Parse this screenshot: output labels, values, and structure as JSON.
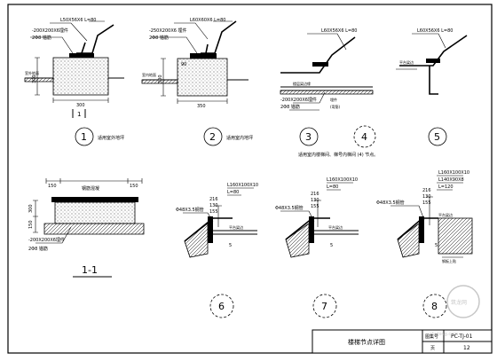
{
  "title_block": {
    "drawing_title": "楼梯节点详图",
    "label_drawing_no": "图集号",
    "drawing_no": "PC-TJ-01",
    "label_page": "页",
    "page": "12"
  },
  "details": [
    {
      "number": "1",
      "caption": "适用室外地坪",
      "angle_label": "L50X56X6 L=80",
      "embed_label": "-200X200X6埋件",
      "anchor_label": "2Φ8 锚筋",
      "floor_label": "室外地面",
      "dim_width": "300",
      "dim_height": "300",
      "section_mark": "1"
    },
    {
      "number": "2",
      "caption": "适用室内地坪",
      "angle_label": "L60X60X6 L=80",
      "embed_label": "-250X200X6 埋件",
      "anchor_label": "2Φ8 锚筋",
      "floor_label": "室内地面",
      "dim_width": "350",
      "dim_top": "90",
      "dim_height": "300"
    },
    {
      "number": "3",
      "angle_label": "L60X56X6 L=80",
      "edge_label": "楼层梁边缘",
      "embed_label": "-200X200X6埋件",
      "anchor_label": "2Φ8 锚筋",
      "extra_label": "埋件",
      "bent_label": "(弯筋)"
    },
    {
      "number": "4"
    },
    {
      "number": "5",
      "angle_label": "L60X56X6 L=80",
      "platform_label": "平台梁边"
    },
    {
      "number": "6",
      "angle_label": "L160X100X10",
      "length_label": "L=80",
      "rod_label": "Φ48X3.5钢管",
      "dims": [
        "216",
        "130",
        "155"
      ],
      "platform_label": "平台梁边",
      "dim_small": "5"
    },
    {
      "number": "7",
      "angle_label": "L160X100X10",
      "length_label": "L=80",
      "rod_label": "Φ48X3.5钢管",
      "dims": [
        "216",
        "130",
        "155"
      ],
      "platform_label": "平台梁边",
      "dim_small": "5"
    },
    {
      "number": "8",
      "angle_label_1": "L160X100X10",
      "angle_label_2": "L140X90X8",
      "length_label": "L=120",
      "rod_label": "Φ48X3.5钢管",
      "dims": [
        "216",
        "130",
        "155"
      ],
      "platform_label": "平台梁边",
      "bottom_label": "钢板上贴",
      "dim_small": "5"
    }
  ],
  "section_view": {
    "title": "1-1",
    "slab_label": "钢筋混凝",
    "dim_left": "150",
    "dim_right": "150",
    "dim_h1": "300",
    "dim_h2": "150",
    "embed_label": "-200X200X6埋件",
    "anchor_label": "2Φ8 锚筋"
  },
  "shared_note": "适用室内楼梯间、梯号内梯间 (4) 节点。",
  "watermark": {
    "brand": "zhulong.com",
    "chinese": "筑龙网"
  }
}
